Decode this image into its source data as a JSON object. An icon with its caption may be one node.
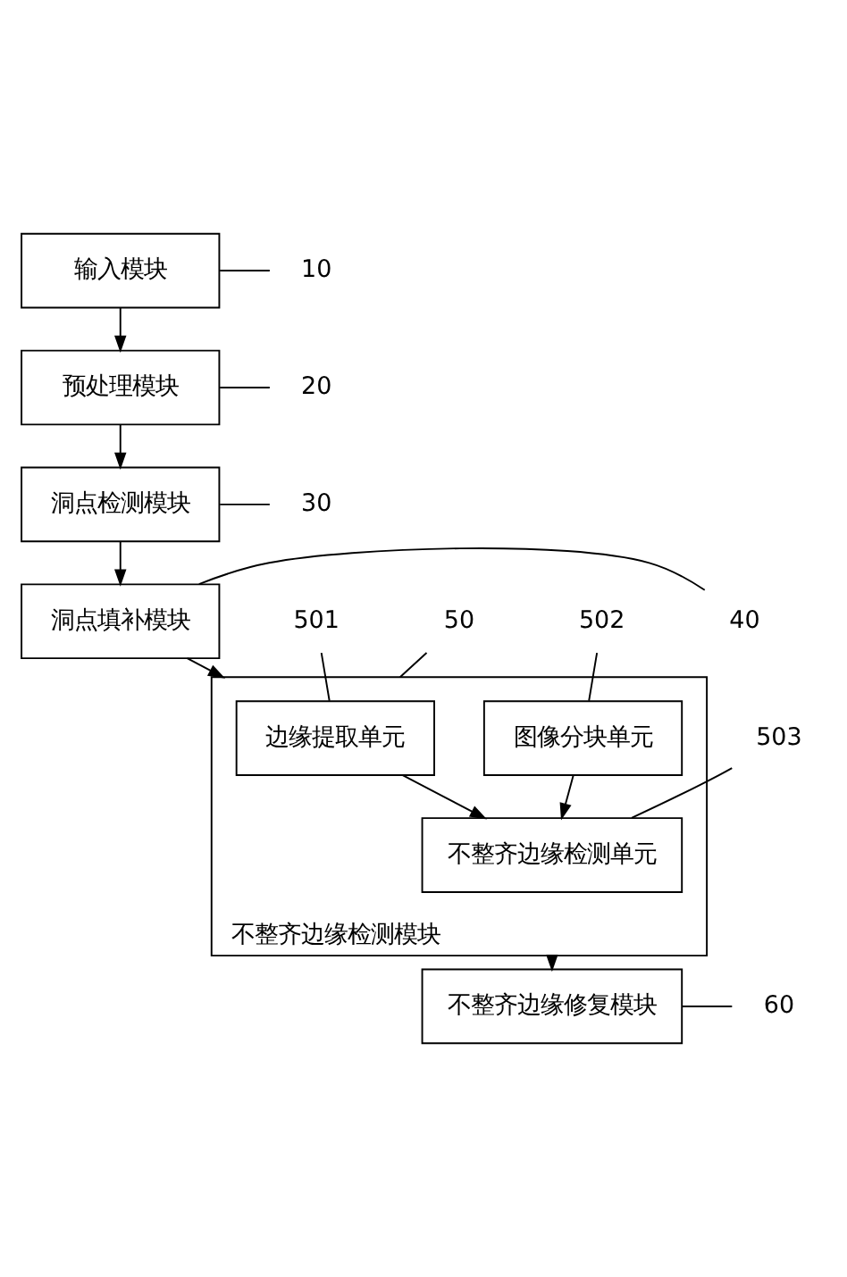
{
  "diagram": {
    "nodes": [
      {
        "text": [
          "输入模块"
        ]
      },
      {
        "text": [
          "10"
        ]
      },
      {
        "text": [
          "预处理模块"
        ]
      },
      {
        "text": [
          "20"
        ]
      },
      {
        "text": [
          "洞点检测模块"
        ]
      },
      {
        "text": [
          "30"
        ]
      },
      {
        "text": [
          "洞点填补模块"
        ]
      },
      {
        "text": [
          "40"
        ]
      },
      {
        "text": [
          "不整齐边缘检测模块"
        ]
      },
      {
        "text": [
          "边缘提取单元"
        ],
        "in": 8
      },
      {
        "text": [
          "图像分块单元"
        ],
        "in": 8
      },
      {
        "text": [
          "不整齐边缘检测单元"
        ],
        "in": 8
      },
      {
        "text": [
          "501"
        ]
      },
      {
        "text": [
          "502"
        ]
      },
      {
        "text": [
          "503"
        ]
      },
      {
        "text": [
          "50"
        ]
      },
      {
        "text": [
          "不整齐边缘修复模块"
        ]
      },
      {
        "text": [
          "60"
        ]
      }
    ],
    "edges": [
      {
        "from": 0,
        "to": 2,
        "arrow": "to"
      },
      {
        "from": 2,
        "to": 4,
        "arrow": "to"
      },
      {
        "from": 4,
        "to": 6,
        "arrow": "to"
      },
      {
        "from": 6,
        "to": 8,
        "arrow": "to"
      },
      {
        "from": 9,
        "to": 11,
        "arrow": "to"
      },
      {
        "from": 10,
        "to": 11,
        "arrow": "to"
      },
      {
        "from": 8,
        "to": 16,
        "arrow": "to"
      },
      {
        "from": 1,
        "to": 0,
        "arrow": "none"
      },
      {
        "from": 3,
        "to": 2,
        "arrow": "none"
      },
      {
        "from": 5,
        "to": 4,
        "arrow": "none"
      },
      {
        "from": 7,
        "to": 6,
        "arrow": "none"
      },
      {
        "from": 12,
        "to": 9,
        "arrow": "none"
      },
      {
        "from": 13,
        "to": 10,
        "arrow": "none"
      },
      {
        "from": 14,
        "to": 11,
        "arrow": "none"
      },
      {
        "from": 15,
        "to": 8,
        "arrow": "none"
      },
      {
        "from": 17,
        "to": 16,
        "arrow": "none"
      }
    ]
  }
}
